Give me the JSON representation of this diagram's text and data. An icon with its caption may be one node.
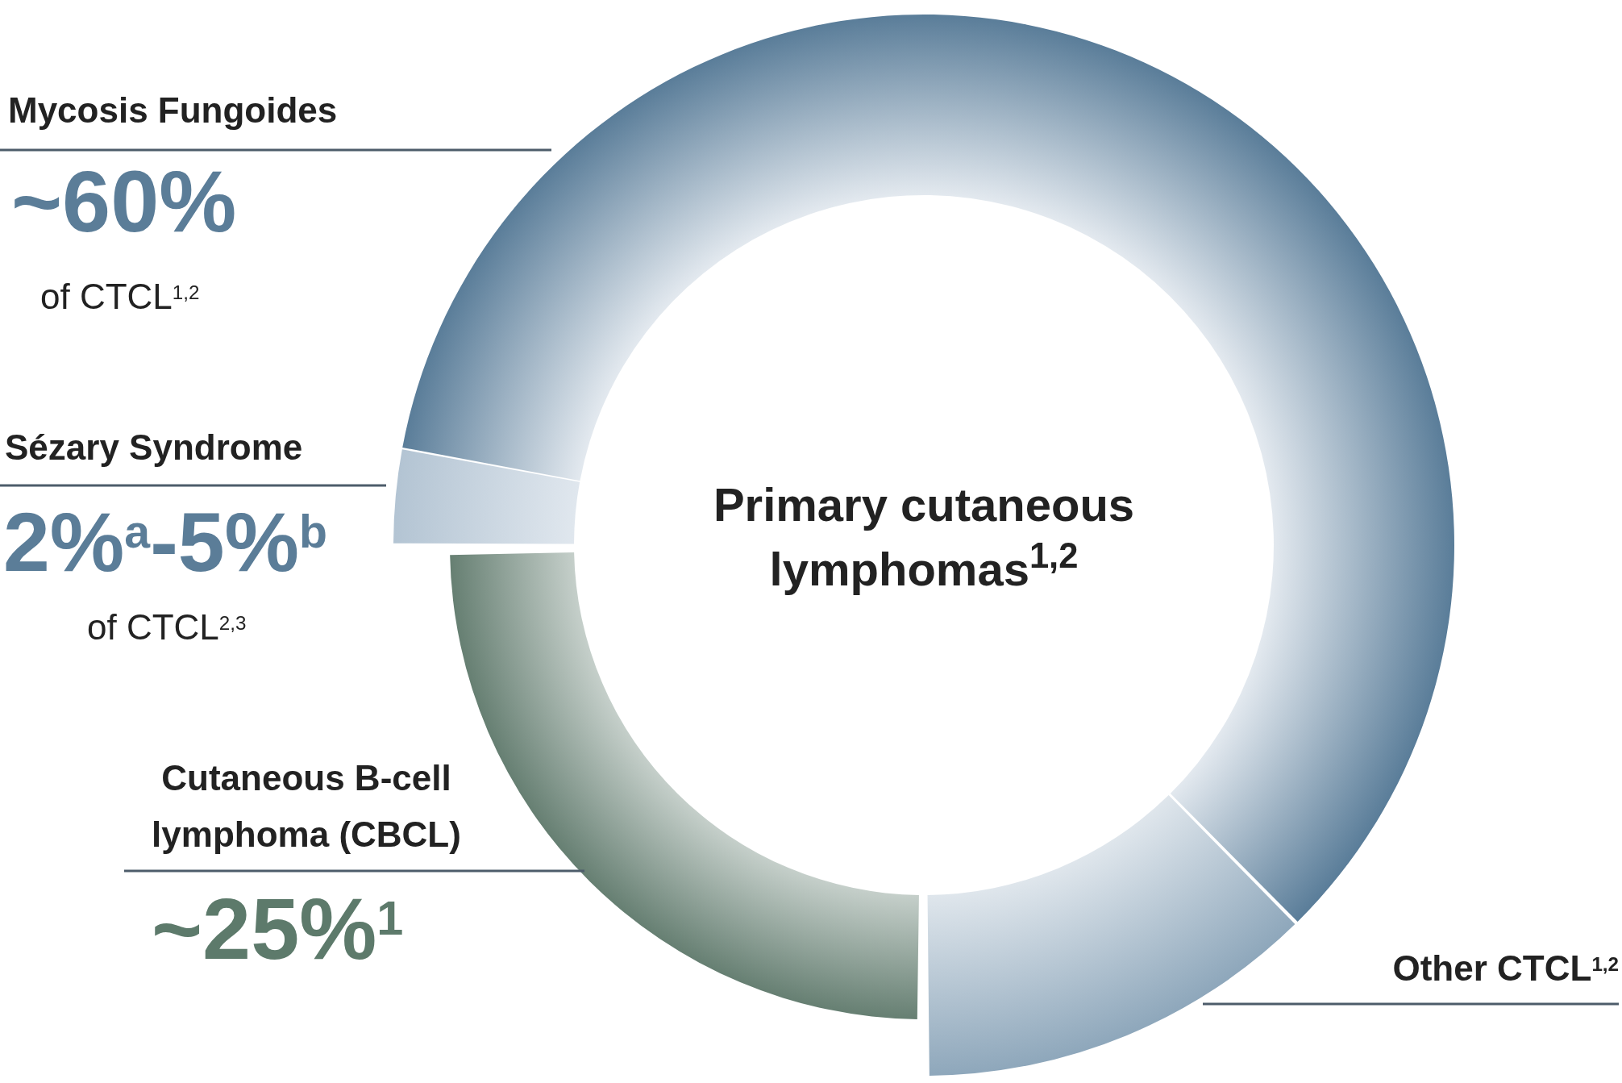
{
  "diagram": {
    "nodes": [
      {
        "text": [
          "Primary cutaneous lymphomas$^{1,2}$"
        ]
      }
    ],
    "labels": [
      "Mycosis Fungoides",
      "~60%",
      "of CTCL$^{1,2}$",
      "Sézary Syndrome",
      "2%$^{a}$-5%$^{b}$",
      "of CTCL$^{2,3}$",
      "Cutaneous B-cell lymphoma (CBCL)",
      "~25%$^{1}$",
      "Other CTCL$^{1,2}$"
    ]
  }
}
